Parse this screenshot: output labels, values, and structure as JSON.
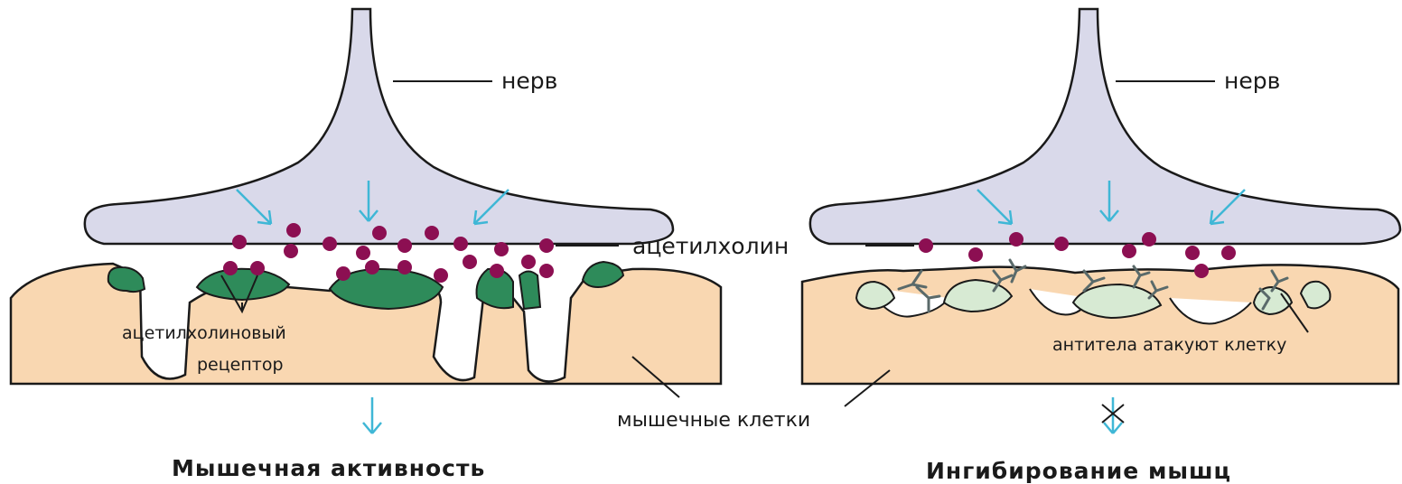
{
  "left_panel": {
    "nerve_label": "нерв",
    "receptor_label_line1": "ацетилхолиновый",
    "receptor_label_line2": "рецептор",
    "result_label": "Мышечная активность"
  },
  "right_panel": {
    "nerve_label": "нерв",
    "antibody_label": "антитела атакуют клетку",
    "result_label": "Ингибирование мышц"
  },
  "shared": {
    "acetylcholine_label": "ацетилхолин",
    "muscle_cells_label": "мышечные клетки"
  },
  "colors": {
    "nerve": "#d9d9ea",
    "muscle": "#f9d7b1",
    "receptor_active": "#2e8b5a",
    "receptor_blocked": "#d7ead3",
    "acetylcholine": "#8c0f52",
    "arrow": "#3fb7d6"
  }
}
